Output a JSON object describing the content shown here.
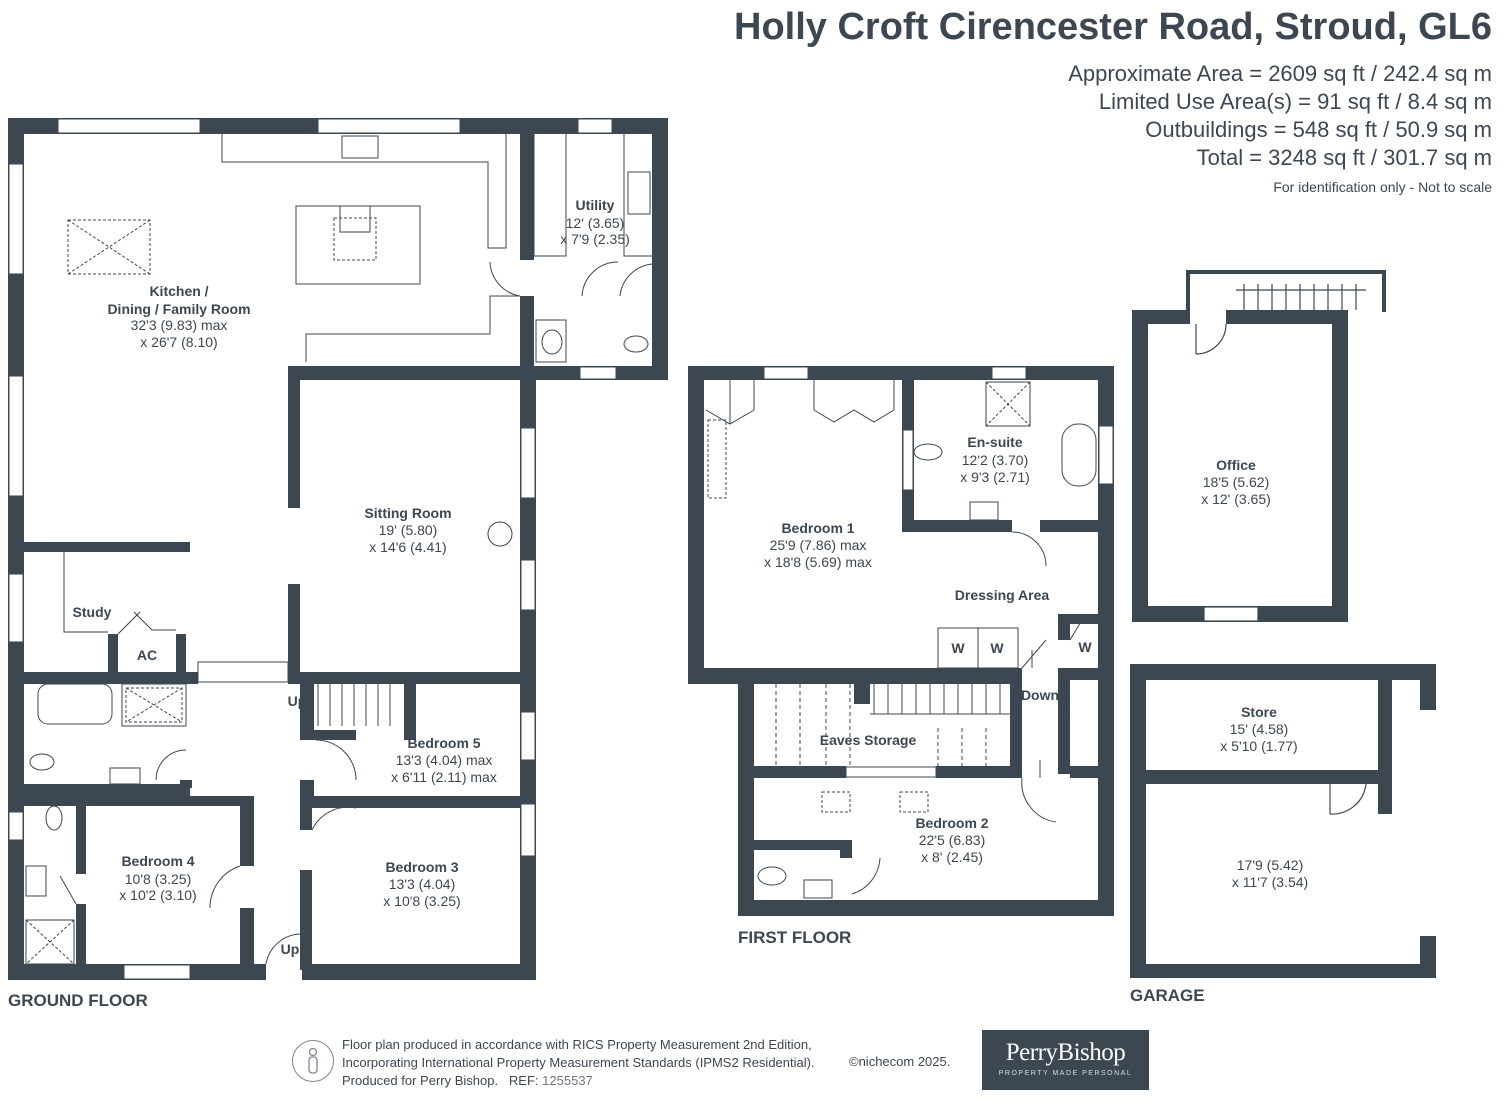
{
  "title": "Holly Croft Cirencester Road, Stroud, GL6",
  "areas": {
    "approximate": "Approximate Area = 2609 sq ft / 242.4 sq m",
    "limited_use": "Limited Use Area(s) = 91 sq ft / 8.4 sq m",
    "outbuildings": "Outbuildings = 548 sq ft / 50.9 sq m",
    "total": "Total = 3248 sq ft / 301.7 sq m",
    "note": "For identification only - Not to scale"
  },
  "floor_labels": {
    "ground": "GROUND FLOOR",
    "first": "FIRST FLOOR",
    "garage": "GARAGE"
  },
  "rooms": {
    "kitchen": {
      "name1": "Kitchen /",
      "name2": "Dining / Family Room",
      "dim1": "32'3 (9.83) max",
      "dim2": "x 26'7 (8.10)"
    },
    "utility": {
      "name": "Utility",
      "dim1": "12' (3.65)",
      "dim2": "x 7'9 (2.35)"
    },
    "sitting": {
      "name": "Sitting Room",
      "dim1": "19' (5.80)",
      "dim2": "x 14'6 (4.41)"
    },
    "study": {
      "name": "Study"
    },
    "ac": {
      "name": "AC"
    },
    "up1": "Up",
    "up2": "Up",
    "bedroom5": {
      "name": "Bedroom 5",
      "dim1": "13'3 (4.04) max",
      "dim2": "x 6'11 (2.11) max"
    },
    "bedroom4": {
      "name": "Bedroom 4",
      "dim1": "10'8 (3.25)",
      "dim2": "x 10'2 (3.10)"
    },
    "bedroom3": {
      "name": "Bedroom 3",
      "dim1": "13'3 (4.04)",
      "dim2": "x 10'8 (3.25)"
    },
    "bedroom1": {
      "name": "Bedroom 1",
      "dim1": "25'9 (7.86) max",
      "dim2": "x 18'8 (5.69) max"
    },
    "ensuite": {
      "name": "En-suite",
      "dim1": "12'2 (3.70)",
      "dim2": "x 9'3 (2.71)"
    },
    "dressing": {
      "name": "Dressing Area"
    },
    "w1": "W",
    "w2": "W",
    "w3": "W",
    "down": "Down",
    "eaves": {
      "name": "Eaves Storage"
    },
    "bedroom2": {
      "name": "Bedroom 2",
      "dim1": "22'5 (6.83)",
      "dim2": "x 8' (2.45)"
    },
    "office": {
      "name": "Office",
      "dim1": "18'5 (5.62)",
      "dim2": "x 12' (3.65)"
    },
    "store": {
      "name": "Store",
      "dim1": "15' (4.58)",
      "dim2": "x 5'10 (1.77)"
    },
    "garage": {
      "dim1": "17'9 (5.42)",
      "dim2": "x 11'7 (3.54)"
    }
  },
  "footer": {
    "line1": "Floor plan produced in accordance with RICS Property Measurement 2nd Edition,",
    "line2": "Incorporating International Property Measurement Standards (IPMS2 Residential).",
    "line3_prefix": "Produced for Perry Bishop.",
    "ref_label": "REF:",
    "ref_value": "1255537",
    "copyright": "©nichecom 2025."
  },
  "logo": {
    "name": "PerryBishop",
    "tagline": "PROPERTY MADE PERSONAL"
  },
  "colors": {
    "wall": "#3d4752",
    "text": "#3d4752",
    "logo_bg": "#3d4752"
  }
}
